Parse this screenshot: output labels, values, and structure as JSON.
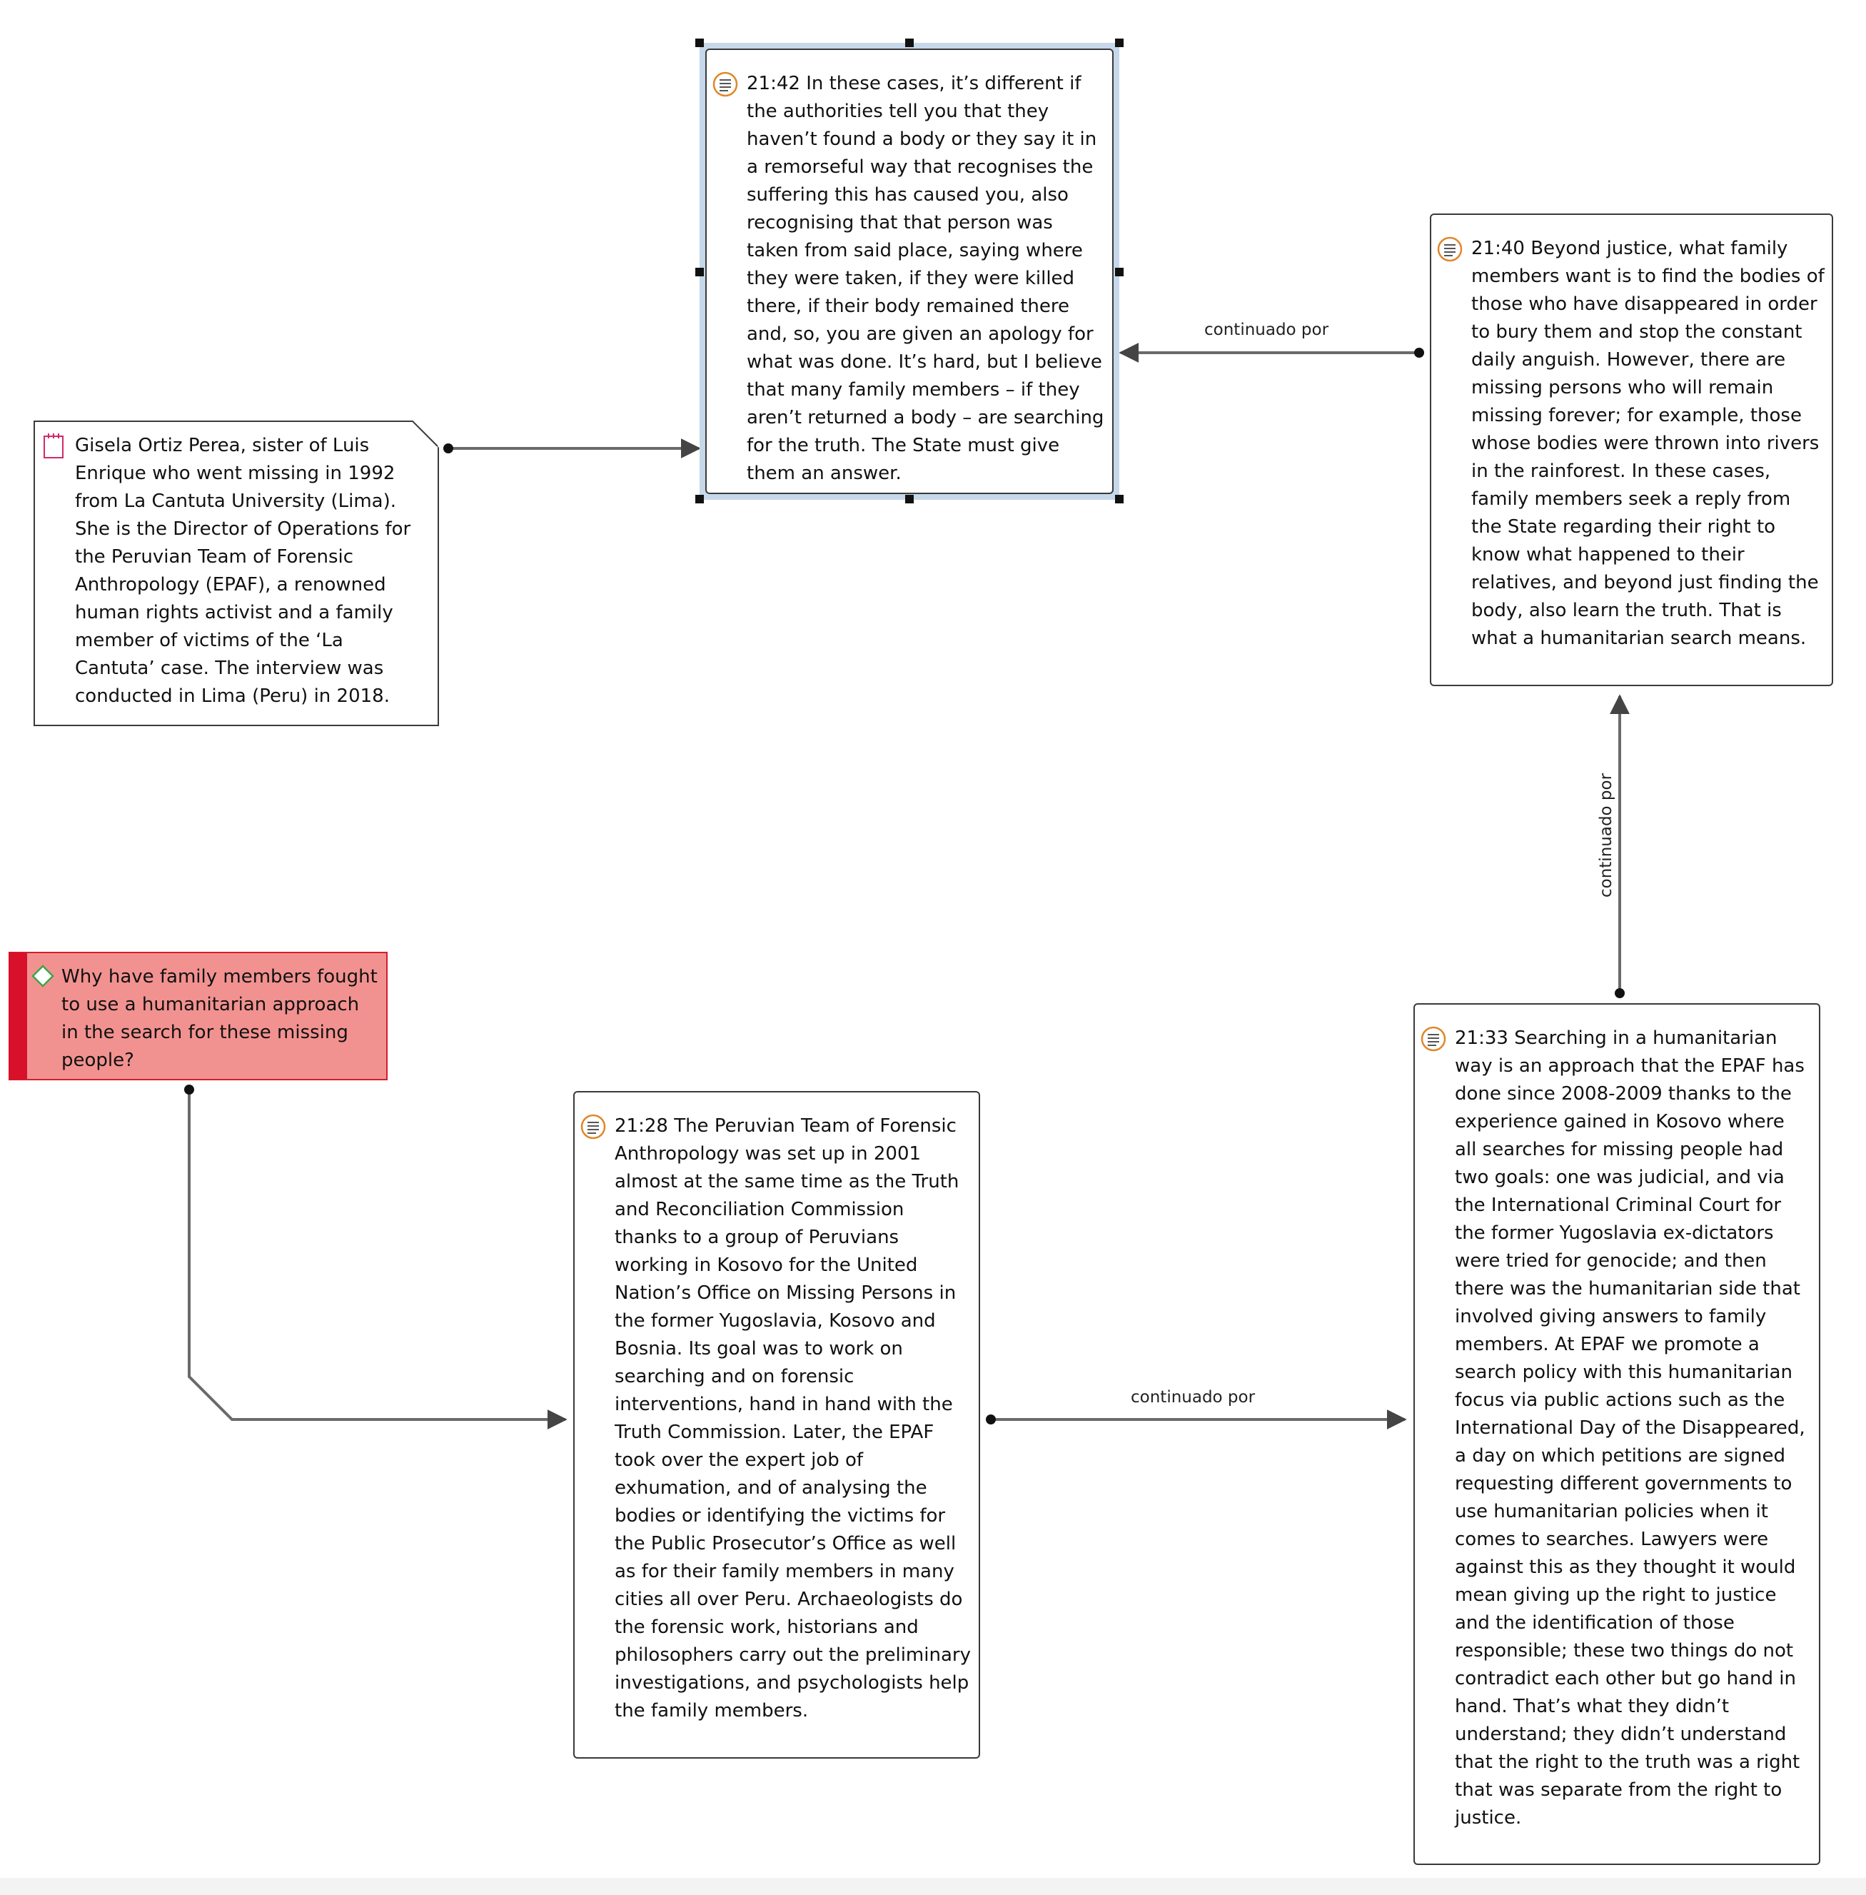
{
  "network": {
    "nodes": {
      "quote_2142": {
        "icon": "quotation-icon",
        "text": "21:42 In these cases, it’s different if the authorities tell you that they haven’t found a body or they say it in a remorseful way that recognises the suffering this has caused you, also recognising that that person was taken from said place, saying where they were taken, if they were killed there, if their body remained there and, so, you are given an apology for what was done. It’s hard, but I believe that many family members – if they aren’t returned a body – are searching for the truth. The State must give them an answer."
      },
      "quote_2140": {
        "icon": "quotation-icon",
        "text": "21:40 Beyond justice, what family members want is to find the bodies of those who have disappeared in order to bury them and stop the constant daily anguish. However, there are missing persons who will remain missing forever; for example, those whose bodies were thrown into rivers in the rainforest. In these cases, family members seek a reply from the State regarding their right to know what happened to their relatives, and beyond just finding the body, also learn the truth. That is what a humanitarian search means."
      },
      "memo_gisela": {
        "icon": "memo-icon",
        "text": "Gisela Ortiz Perea, sister of Luis Enrique who went missing in 1992 from La Cantuta University (Lima). She is the Director of Operations for the Peruvian Team of Forensic Anthropology (EPAF), a renowned human rights activist and a family member of victims of the ‘La Cantuta’ case. The interview was conducted in Lima (Peru) in 2018."
      },
      "code_question": {
        "icon": "code-diamond-icon",
        "text": "Why have family members fought to use a humanitarian approach in the search for these missing people?",
        "color": "#f29290",
        "accent": "#d8102a"
      },
      "quote_2128": {
        "icon": "quotation-icon",
        "text": "21:28 The Peruvian Team of Forensic Anthropology was set up in 2001 almost at the same time as the Truth and Reconciliation Commission thanks to a group of Peruvians working in Kosovo for the United Nation’s Office on Missing Persons in the former Yugoslavia, Kosovo and Bosnia. Its goal was to work on searching and on forensic interventions, hand in hand with the Truth Commission. Later, the EPAF took over the expert job of exhumation, and of analysing the bodies or identifying the victims for the Public Prosecutor’s Office as well as for their family members in many cities all over Peru. Archaeologists do the forensic work, historians and philosophers carry out the preliminary investigations, and psychologists help the family members."
      },
      "quote_2133": {
        "icon": "quotation-icon",
        "text": "21:33 Searching in a humanitarian way is an approach that the EPAF has done since 2008-2009 thanks to the experience gained in Kosovo where all searches for missing people had two goals: one was judicial, and via the International Criminal Court for the former Yugoslavia ex-dictators were tried for genocide; and then there was the humanitarian side that involved giving answers to family members. At EPAF we promote a search policy with this humanitarian focus via public actions such as the International Day of the Disappeared, a day on which petitions are signed requesting different governments to use humanitarian policies when it comes to searches. Lawyers were against this as they thought it would mean giving up the right to justice and the identification of those responsible; these two things do not contradict each other but go hand in hand. That’s what they didn’t understand; they didn’t understand that the right to the truth was a right that was separate from the right to justice."
      }
    },
    "links": [
      {
        "from": "quote_2140",
        "to": "quote_2142",
        "label": "continuado por"
      },
      {
        "from": "quote_2133",
        "to": "quote_2140",
        "label": "continuado por"
      },
      {
        "from": "quote_2128",
        "to": "quote_2133",
        "label": "continuado por"
      },
      {
        "from": "memo_gisela",
        "to": "quote_2142",
        "label": ""
      },
      {
        "from": "code_question",
        "to": "quote_2128",
        "label": ""
      }
    ],
    "selected_node": "quote_2142"
  }
}
